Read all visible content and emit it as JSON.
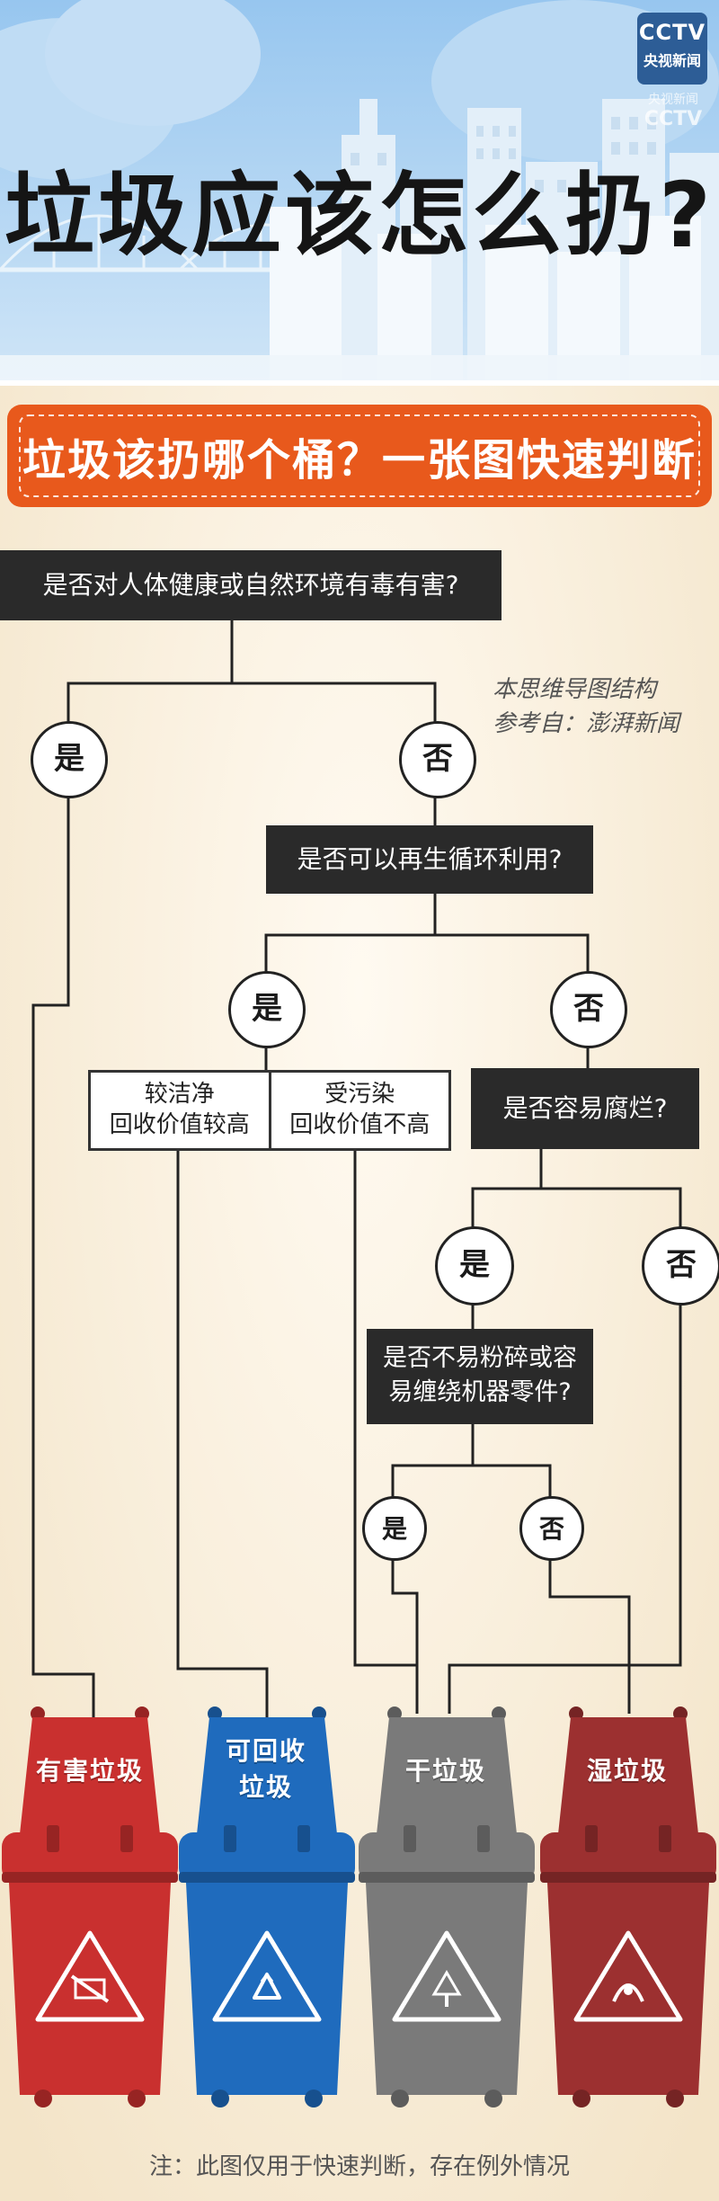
{
  "header": {
    "title": "垃圾应该怎么扔?",
    "logo": {
      "name": "CCTV",
      "line1": "CCTV",
      "line2": "央视新闻"
    },
    "watermark": {
      "line1": "央视新闻",
      "line2": "CCTV"
    }
  },
  "banner": {
    "subtitle": "垃圾该扔哪个桶？一张图快速判断"
  },
  "note": {
    "line1": "本思维导图结构",
    "line2": "参考自：澎湃新闻"
  },
  "flow": {
    "q1": "是否对人体健康或自然环境有毒有害?",
    "q1_yes": "是",
    "q1_no": "否",
    "q2": "是否可以再生循环利用?",
    "q2_yes": "是",
    "q2_no": "否",
    "clean_1": "较洁净",
    "clean_2": "回收价值较高",
    "dirty_1": "受污染",
    "dirty_2": "回收价值不高",
    "q3": "是否容易腐烂?",
    "q3_yes": "是",
    "q3_no": "否",
    "q4_1": "是否不易粉碎或容",
    "q4_2": "易缠绕机器零件?",
    "q4_yes": "是",
    "q4_no": "否"
  },
  "bins": [
    {
      "label": "有害垃圾",
      "color": "#c9302f",
      "icon": "hazard-icon"
    },
    {
      "label": "可回收垃圾",
      "line1": "可回收",
      "line2": "垃圾",
      "color": "#1f6bbd",
      "icon": "recycle-icon"
    },
    {
      "label": "干垃圾",
      "color": "#7a7a7a",
      "icon": "tree-icon"
    },
    {
      "label": "湿垃圾",
      "color": "#9c3030",
      "icon": "food-waste-icon"
    }
  ],
  "footer": {
    "note": "注：此图仅用于快速判断，存在例外情况"
  },
  "colors": {
    "accent_orange": "#e8591c",
    "question_box": "#2a2a2a",
    "sky": "#a9cff2",
    "background": "#fbf3e4"
  }
}
